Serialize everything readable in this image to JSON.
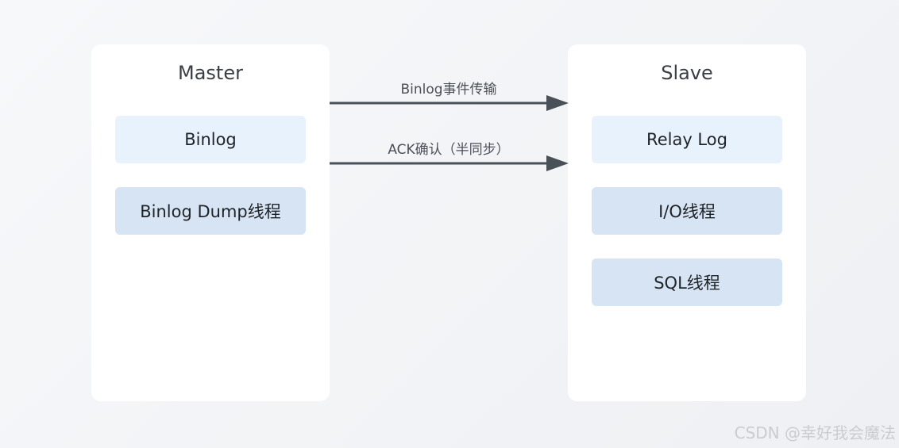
{
  "master": {
    "title": "Master",
    "items": [
      {
        "label": "Binlog"
      },
      {
        "label": "Binlog Dump线程"
      }
    ]
  },
  "slave": {
    "title": "Slave",
    "items": [
      {
        "label": "Relay Log"
      },
      {
        "label": "I/O线程"
      },
      {
        "label": "SQL线程"
      }
    ]
  },
  "arrows": [
    {
      "label": "Binlog事件传输"
    },
    {
      "label": "ACK确认（半同步）"
    }
  ],
  "watermark": "CSDN @幸好我会魔法",
  "colors": {
    "panel": "#ffffff",
    "box_light": "#e8f2fd",
    "box_mid": "#d6e4f3",
    "arrow": "#4a5058"
  }
}
